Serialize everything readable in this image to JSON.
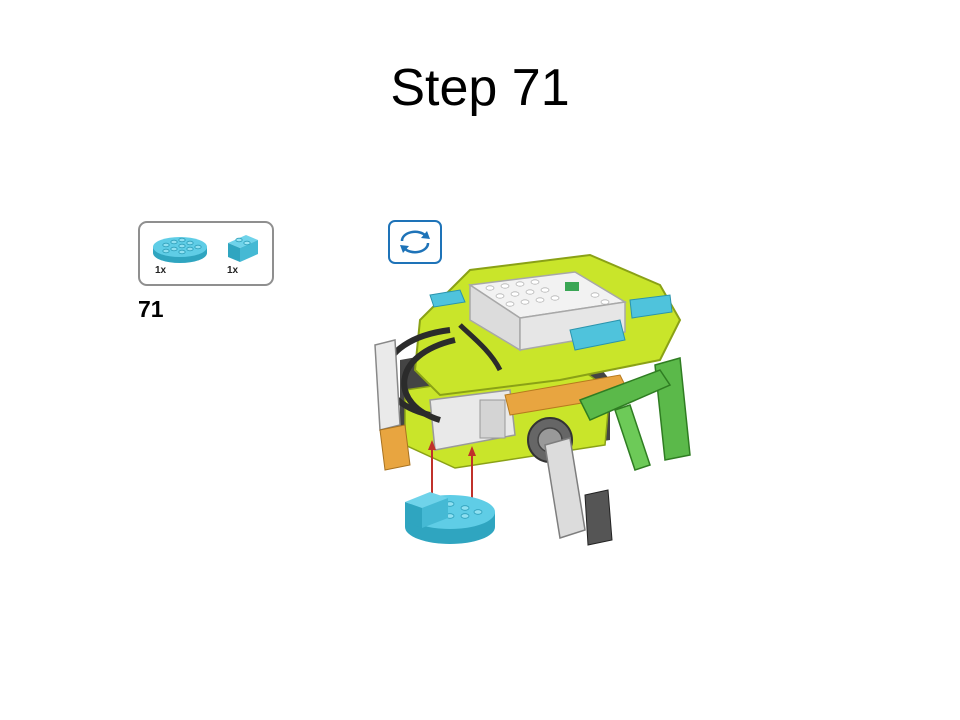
{
  "slide": {
    "title": "Step 71"
  },
  "parts_box": {
    "items": [
      {
        "name": "round-plate-icon",
        "qty": "1x",
        "color": "#4fc3dc"
      },
      {
        "name": "brick-icon",
        "qty": "1x",
        "color": "#4fc3dc"
      }
    ]
  },
  "step": {
    "number": "71"
  },
  "rotate": {
    "icon": "rotate-arrows-icon",
    "color": "#1e73b8"
  },
  "colors": {
    "lime": "#c9e52a",
    "azure": "#4fc3dc",
    "green": "#5bb94a",
    "orange": "#e8a540",
    "white": "#f2f2f2",
    "dark": "#333333",
    "arrow": "#c0312b"
  }
}
